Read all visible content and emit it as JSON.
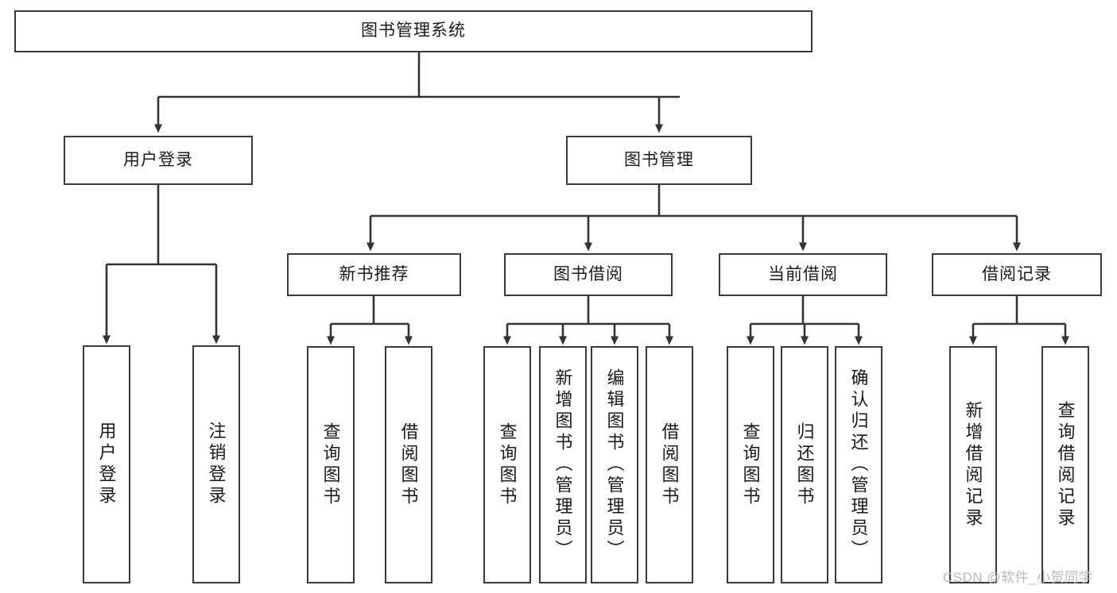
{
  "diagram": {
    "type": "tree-hierarchy",
    "title": "图书管理系统",
    "root": {
      "label": "图书管理系统"
    },
    "level1": [
      {
        "label": "用户登录"
      },
      {
        "label": "图书管理"
      }
    ],
    "level2": [
      {
        "label": "新书推荐"
      },
      {
        "label": "图书借阅"
      },
      {
        "label": "当前借阅"
      },
      {
        "label": "借阅记录"
      }
    ],
    "leaves": {
      "user_login": [
        {
          "label": "用户登录"
        },
        {
          "label": "注销登录"
        }
      ],
      "new_book_recommend": [
        {
          "label": "查询图书"
        },
        {
          "label": "借阅图书"
        }
      ],
      "book_borrow": [
        {
          "label": "查询图书"
        },
        {
          "label": "新增图书（管理员）"
        },
        {
          "label": "编辑图书（管理员）"
        },
        {
          "label": "借阅图书"
        }
      ],
      "current_borrow": [
        {
          "label": "查询图书"
        },
        {
          "label": "归还图书"
        },
        {
          "label": "确认归还（管理员）"
        }
      ],
      "borrow_record": [
        {
          "label": "新增借阅记录"
        },
        {
          "label": "查询借阅记录"
        }
      ]
    }
  },
  "watermark": {
    "text": "CSDN @软件_小贺同学"
  },
  "colors": {
    "box_border": "#3a3a3a",
    "box_fill": "#ffffff",
    "line": "#333333",
    "text": "#1a1a1a",
    "watermark": "#b9b9b9",
    "background": "#ffffff"
  }
}
